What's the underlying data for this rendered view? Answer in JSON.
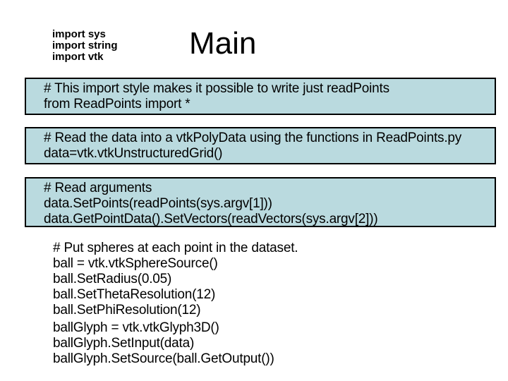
{
  "slide": {
    "title": "Main",
    "imports": [
      "import sys",
      "import string",
      "import vtk"
    ],
    "boxes": [
      {
        "lines": [
          "# This import style makes it possible to write just readPoints",
          "from ReadPoints import *"
        ]
      },
      {
        "lines": [
          "# Read the data into a vtkPolyData using the functions in ReadPoints.py",
          "data=vtk.vtkUnstructuredGrid()"
        ]
      },
      {
        "lines": [
          "# Read arguments",
          "data.SetPoints(readPoints(sys.argv[1]))",
          "data.GetPointData().SetVectors(readVectors(sys.argv[2]))"
        ]
      }
    ],
    "text_blocks": [
      {
        "lines": [
          "# Put spheres at each point in the dataset.",
          "ball = vtk.vtkSphereSource()",
          "ball.SetRadius(0.05)",
          "ball.SetThetaResolution(12)",
          "ball.SetPhiResolution(12)"
        ]
      },
      {
        "lines": [
          "ballGlyph = vtk.vtkGlyph3D()",
          "ballGlyph.SetInput(data)",
          "ballGlyph.SetSource(ball.GetOutput())"
        ]
      }
    ],
    "colors": {
      "background": "#ffffff",
      "text": "#000000",
      "box_fill": "#badadf",
      "box_border": "#000000"
    }
  }
}
